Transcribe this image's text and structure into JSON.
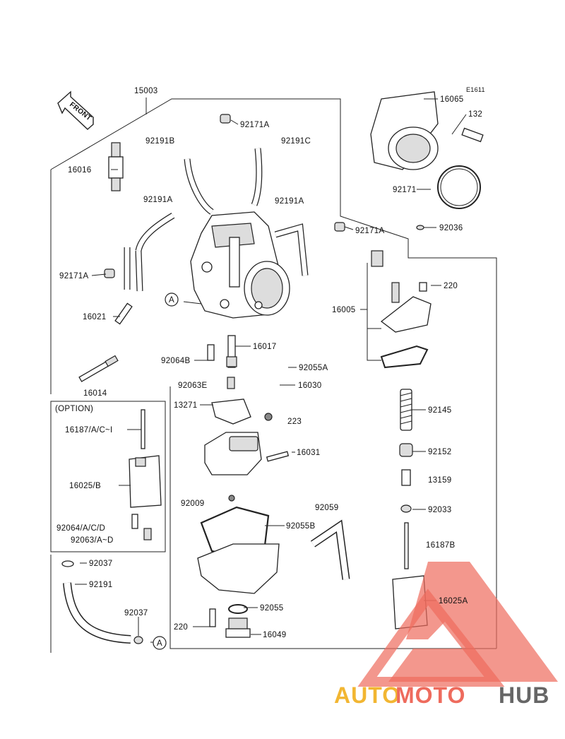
{
  "diagram": {
    "diagram_code": "E1611",
    "front_label": "FRONT",
    "option_label": "(OPTION)",
    "callout_label": "A",
    "parts": {
      "p15003": "15003",
      "p16065": "16065",
      "p132": "132",
      "p92171a_top": "92171A",
      "p92191b": "92191B",
      "p92191c": "92191C",
      "p16016": "16016",
      "p92191a_left": "92191A",
      "p92191a_right": "92191A",
      "p92171": "92171",
      "p92171a_mid": "92171A",
      "p92036": "92036",
      "p92171a_left": "92171A",
      "p220_top": "220",
      "p16021": "16021",
      "p16005": "16005",
      "p16017": "16017",
      "p92064b": "92064B",
      "p92055a": "92055A",
      "p16014": "16014",
      "p92063e": "92063E",
      "p16030": "16030",
      "p13271": "13271",
      "p223": "223",
      "p92145": "92145",
      "p16187aci": "16187/A/C~I",
      "p16031": "16031",
      "p92152": "92152",
      "p16025b": "16025/B",
      "p13159": "13159",
      "p92009": "92009",
      "p92059": "92059",
      "p92033": "92033",
      "p92064acd": "92064/A/C/D",
      "p92055b": "92055B",
      "p92063ad": "92063/A~D",
      "p16187b": "16187B",
      "p92037_top": "92037",
      "p92191": "92191",
      "p16025a": "16025A",
      "p92037_bot": "92037",
      "p92055": "92055",
      "p220_bot": "220",
      "p16049": "16049"
    }
  },
  "watermark": {
    "part1": "AUTO",
    "part2": "MOTO",
    "part3": "HUB",
    "colors": {
      "auto": "#f2b632",
      "moto": "#ee6b5d",
      "hub": "#666666",
      "triangle": "#ee6b5d"
    }
  }
}
